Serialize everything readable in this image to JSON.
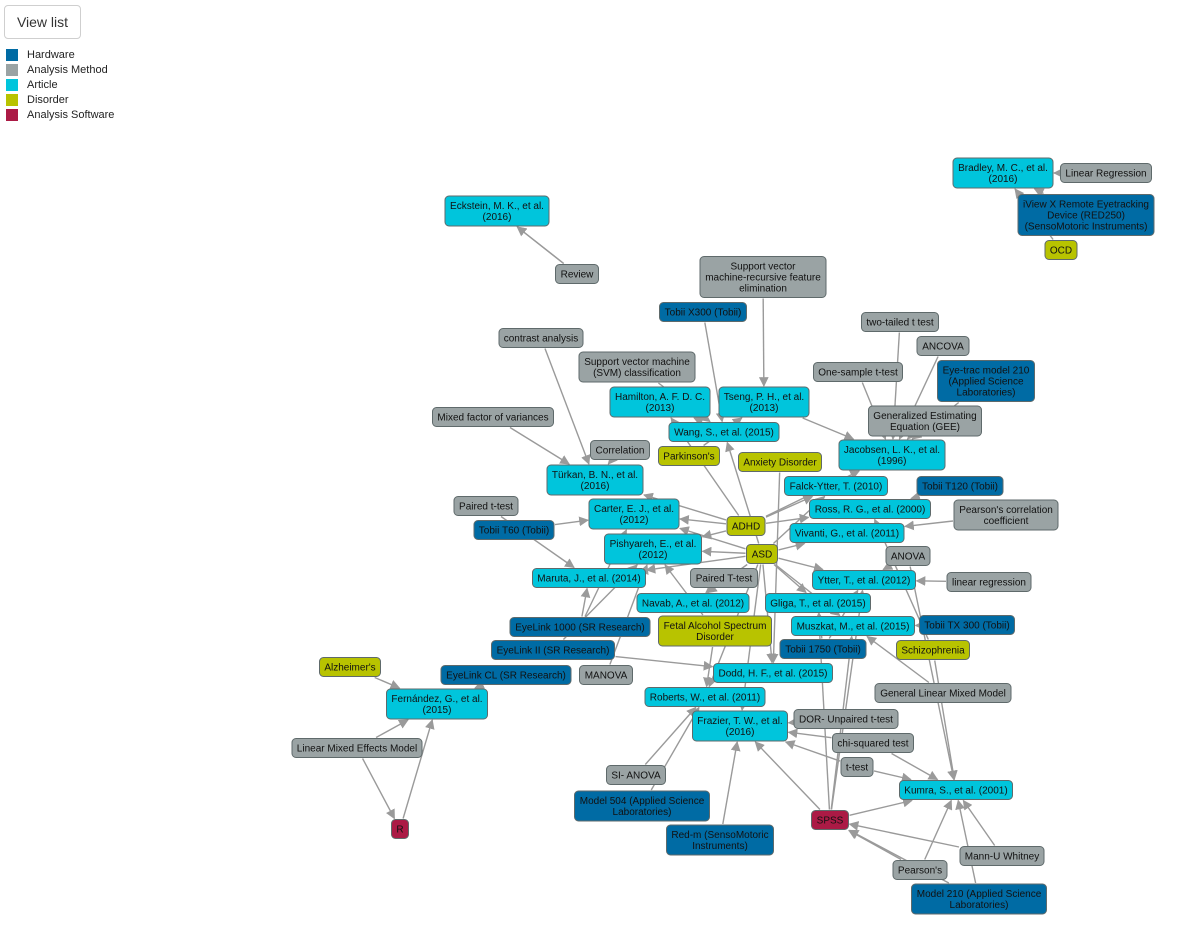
{
  "toolbar": {
    "view_list_label": "View list"
  },
  "colors": {
    "Hardware": "#006ba4",
    "Analysis Method": "#9aa3a4",
    "Article": "#00c5dc",
    "Disorder": "#b8c300",
    "Analysis Software": "#ab1a45"
  },
  "legend": [
    {
      "type": "Hardware",
      "label": "Hardware"
    },
    {
      "type": "Analysis Method",
      "label": "Analysis Method"
    },
    {
      "type": "Article",
      "label": "Article"
    },
    {
      "type": "Disorder",
      "label": "Disorder"
    },
    {
      "type": "Analysis Software",
      "label": "Analysis Software"
    }
  ],
  "nodes": [
    {
      "id": "bradley",
      "type": "Article",
      "lines": [
        "Bradley, M. C., et al.",
        "(2016)"
      ]
    },
    {
      "id": "linreg_cap",
      "type": "Analysis Method",
      "lines": [
        "Linear Regression"
      ]
    },
    {
      "id": "iview",
      "type": "Hardware",
      "lines": [
        "iView X Remote Eyetracking",
        "Device (RED250)",
        "(SensoMotoric Instruments)"
      ]
    },
    {
      "id": "ocd",
      "type": "Disorder",
      "lines": [
        "OCD"
      ]
    },
    {
      "id": "eckstein",
      "type": "Article",
      "lines": [
        "Eckstein, M. K., et al.",
        "(2016)"
      ]
    },
    {
      "id": "review",
      "type": "Analysis Method",
      "lines": [
        "Review"
      ]
    },
    {
      "id": "svm_rfe",
      "type": "Analysis Method",
      "lines": [
        "Support vector",
        "machine-recursive feature",
        "elimination"
      ]
    },
    {
      "id": "tobii_x300",
      "type": "Hardware",
      "lines": [
        "Tobii X300 (Tobii)"
      ]
    },
    {
      "id": "two_tailed",
      "type": "Analysis Method",
      "lines": [
        "two-tailed t test"
      ]
    },
    {
      "id": "contrast",
      "type": "Analysis Method",
      "lines": [
        "contrast analysis"
      ]
    },
    {
      "id": "ancova",
      "type": "Analysis Method",
      "lines": [
        "ANCOVA"
      ]
    },
    {
      "id": "svm",
      "type": "Analysis Method",
      "lines": [
        "Support vector machine",
        "(SVM) classification"
      ]
    },
    {
      "id": "one_sample",
      "type": "Analysis Method",
      "lines": [
        "One-sample t-test"
      ]
    },
    {
      "id": "eyetrac210",
      "type": "Hardware",
      "lines": [
        "Eye-trac model 210",
        "(Applied Science",
        "Laboratories)"
      ]
    },
    {
      "id": "hamilton",
      "type": "Article",
      "lines": [
        "Hamilton, A. F. D. C.",
        "(2013)"
      ]
    },
    {
      "id": "tseng",
      "type": "Article",
      "lines": [
        "Tseng, P. H., et al.",
        "(2013)"
      ]
    },
    {
      "id": "mixed_factor",
      "type": "Analysis Method",
      "lines": [
        "Mixed factor of variances"
      ]
    },
    {
      "id": "gee",
      "type": "Analysis Method",
      "lines": [
        "Generalized Estimating",
        "Equation (GEE)"
      ]
    },
    {
      "id": "wang",
      "type": "Article",
      "lines": [
        "Wang, S., et al. (2015)"
      ]
    },
    {
      "id": "correlation",
      "type": "Analysis Method",
      "lines": [
        "Correlation"
      ]
    },
    {
      "id": "jacobsen",
      "type": "Article",
      "lines": [
        "Jacobsen, L. K., et al.",
        "(1996)"
      ]
    },
    {
      "id": "parkinsons",
      "type": "Disorder",
      "lines": [
        "Parkinson's"
      ]
    },
    {
      "id": "anxiety",
      "type": "Disorder",
      "lines": [
        "Anxiety Disorder"
      ]
    },
    {
      "id": "turkan",
      "type": "Article",
      "lines": [
        "Türkan, B. N., et al.",
        "(2016)"
      ]
    },
    {
      "id": "falck",
      "type": "Article",
      "lines": [
        "Falck-Ytter, T. (2010)"
      ]
    },
    {
      "id": "tobii_t120",
      "type": "Hardware",
      "lines": [
        "Tobii T120 (Tobii)"
      ]
    },
    {
      "id": "paired_t",
      "type": "Analysis Method",
      "lines": [
        "Paired t-test"
      ]
    },
    {
      "id": "carter",
      "type": "Article",
      "lines": [
        "Carter, E. J., et al.",
        "(2012)"
      ]
    },
    {
      "id": "ross",
      "type": "Article",
      "lines": [
        "Ross, R. G., et al. (2000)"
      ]
    },
    {
      "id": "pearson_coef",
      "type": "Analysis Method",
      "lines": [
        "Pearson's correlation",
        "coefficient"
      ]
    },
    {
      "id": "tobii_t60",
      "type": "Hardware",
      "lines": [
        "Tobii T60 (Tobii)"
      ]
    },
    {
      "id": "adhd",
      "type": "Disorder",
      "lines": [
        "ADHD"
      ]
    },
    {
      "id": "vivanti",
      "type": "Article",
      "lines": [
        "Vivanti, G., et al. (2011)"
      ]
    },
    {
      "id": "pishyareh",
      "type": "Article",
      "lines": [
        "Pishyareh, E., et al.",
        "(2012)"
      ]
    },
    {
      "id": "asd",
      "type": "Disorder",
      "lines": [
        "ASD"
      ]
    },
    {
      "id": "anova",
      "type": "Analysis Method",
      "lines": [
        "ANOVA"
      ]
    },
    {
      "id": "maruta",
      "type": "Article",
      "lines": [
        "Maruta, J., et al. (2014)"
      ]
    },
    {
      "id": "paired_T",
      "type": "Analysis Method",
      "lines": [
        "Paired T-test"
      ]
    },
    {
      "id": "ytter",
      "type": "Article",
      "lines": [
        "Ytter, T., et al. (2012)"
      ]
    },
    {
      "id": "linreg_low",
      "type": "Analysis Method",
      "lines": [
        "linear regression"
      ]
    },
    {
      "id": "navab",
      "type": "Article",
      "lines": [
        "Navab, A., et al. (2012)"
      ]
    },
    {
      "id": "gliga",
      "type": "Article",
      "lines": [
        "Gliga, T., et al. (2015)"
      ]
    },
    {
      "id": "fasd",
      "type": "Disorder",
      "lines": [
        "Fetal Alcohol Spectrum",
        "Disorder"
      ]
    },
    {
      "id": "eyelink1000",
      "type": "Hardware",
      "lines": [
        "EyeLink 1000 (SR Research)"
      ]
    },
    {
      "id": "muszkat",
      "type": "Article",
      "lines": [
        "Muszkat, M., et al. (2015)"
      ]
    },
    {
      "id": "tobii_tx300",
      "type": "Hardware",
      "lines": [
        "Tobii TX 300 (Tobii)"
      ]
    },
    {
      "id": "eyelink2",
      "type": "Hardware",
      "lines": [
        "EyeLink II (SR Research)"
      ]
    },
    {
      "id": "tobii1750",
      "type": "Hardware",
      "lines": [
        "Tobii 1750 (Tobii)"
      ]
    },
    {
      "id": "schizo",
      "type": "Disorder",
      "lines": [
        "Schizophrenia"
      ]
    },
    {
      "id": "alzheimers",
      "type": "Disorder",
      "lines": [
        "Alzheimer's"
      ]
    },
    {
      "id": "eyelinkcl",
      "type": "Hardware",
      "lines": [
        "EyeLink CL (SR Research)"
      ]
    },
    {
      "id": "manova",
      "type": "Analysis Method",
      "lines": [
        "MANOVA"
      ]
    },
    {
      "id": "dodd",
      "type": "Article",
      "lines": [
        "Dodd, H. F., et al. (2015)"
      ]
    },
    {
      "id": "fernandez",
      "type": "Article",
      "lines": [
        "Fernández, G., et al.",
        "(2015)"
      ]
    },
    {
      "id": "roberts",
      "type": "Article",
      "lines": [
        "Roberts, W., et al. (2011)"
      ]
    },
    {
      "id": "glmm",
      "type": "Analysis Method",
      "lines": [
        "General Linear Mixed Model"
      ]
    },
    {
      "id": "frazier",
      "type": "Article",
      "lines": [
        "Frazier, T. W., et al.",
        "(2016)"
      ]
    },
    {
      "id": "dor_unpaired",
      "type": "Analysis Method",
      "lines": [
        "DOR- Unpaired t-test"
      ]
    },
    {
      "id": "lmem",
      "type": "Analysis Method",
      "lines": [
        "Linear Mixed Effects Model"
      ]
    },
    {
      "id": "chi2",
      "type": "Analysis Method",
      "lines": [
        "chi-squared test"
      ]
    },
    {
      "id": "si_anova",
      "type": "Analysis Method",
      "lines": [
        "SI- ANOVA"
      ]
    },
    {
      "id": "ttest",
      "type": "Analysis Method",
      "lines": [
        "t-test"
      ]
    },
    {
      "id": "kumra",
      "type": "Article",
      "lines": [
        "Kumra, S., et al. (2001)"
      ]
    },
    {
      "id": "model504",
      "type": "Hardware",
      "lines": [
        "Model 504 (Applied Science",
        "Laboratories)"
      ]
    },
    {
      "id": "spss",
      "type": "Analysis Software",
      "lines": [
        "SPSS"
      ]
    },
    {
      "id": "r",
      "type": "Analysis Software",
      "lines": [
        "R"
      ]
    },
    {
      "id": "redm",
      "type": "Hardware",
      "lines": [
        "Red-m (SensoMotoric",
        "Instruments)"
      ]
    },
    {
      "id": "mannu",
      "type": "Analysis Method",
      "lines": [
        "Mann-U Whitney"
      ]
    },
    {
      "id": "pearsons",
      "type": "Analysis Method",
      "lines": [
        "Pearson's"
      ]
    },
    {
      "id": "model210",
      "type": "Hardware",
      "lines": [
        "Model 210 (Applied Science",
        "Laboratories)"
      ]
    }
  ],
  "edges": [
    [
      "linreg_cap",
      "bradley"
    ],
    [
      "iview",
      "bradley"
    ],
    [
      "ocd",
      "bradley"
    ],
    [
      "review",
      "eckstein"
    ],
    [
      "contrast",
      "turkan"
    ],
    [
      "mixed_factor",
      "turkan"
    ],
    [
      "correlation",
      "turkan"
    ],
    [
      "svm_rfe",
      "tseng"
    ],
    [
      "tobii_x300",
      "wang"
    ],
    [
      "svm",
      "wang"
    ],
    [
      "parkinsons",
      "tseng"
    ],
    [
      "two_tailed",
      "jacobsen"
    ],
    [
      "ancova",
      "jacobsen"
    ],
    [
      "one_sample",
      "jacobsen"
    ],
    [
      "eyetrac210",
      "jacobsen"
    ],
    [
      "gee",
      "jacobsen"
    ],
    [
      "adhd",
      "hamilton"
    ],
    [
      "adhd",
      "turkan"
    ],
    [
      "adhd",
      "carter"
    ],
    [
      "adhd",
      "pishyareh"
    ],
    [
      "adhd",
      "falck"
    ],
    [
      "adhd",
      "ross"
    ],
    [
      "adhd",
      "jacobsen"
    ],
    [
      "asd",
      "wang"
    ],
    [
      "asd",
      "carter"
    ],
    [
      "asd",
      "pishyareh"
    ],
    [
      "asd",
      "vivanti"
    ],
    [
      "asd",
      "ytter"
    ],
    [
      "asd",
      "gliga"
    ],
    [
      "asd",
      "navab"
    ],
    [
      "asd",
      "maruta"
    ],
    [
      "asd",
      "dodd"
    ],
    [
      "asd",
      "muszkat"
    ],
    [
      "asd",
      "roberts"
    ],
    [
      "asd",
      "frazier"
    ],
    [
      "asd",
      "falck"
    ],
    [
      "anxiety",
      "dodd"
    ],
    [
      "review",
      "eckstein"
    ],
    [
      "paired_t",
      "maruta"
    ],
    [
      "tobii_t60",
      "carter"
    ],
    [
      "tobii_t120",
      "ross"
    ],
    [
      "pearson_coef",
      "vivanti"
    ],
    [
      "anova",
      "ytter"
    ],
    [
      "anova",
      "kumra"
    ],
    [
      "linreg_low",
      "ytter"
    ],
    [
      "tobii_tx300",
      "muszkat"
    ],
    [
      "schizo",
      "ross"
    ],
    [
      "schizo",
      "kumra"
    ],
    [
      "eyelink1000",
      "maruta"
    ],
    [
      "eyelink1000",
      "carter"
    ],
    [
      "eyelink2",
      "pishyareh"
    ],
    [
      "eyelinkcl",
      "fernandez"
    ],
    [
      "eyelink2",
      "dodd"
    ],
    [
      "manova",
      "pishyareh"
    ],
    [
      "paired_T",
      "navab"
    ],
    [
      "fasd",
      "pishyareh"
    ],
    [
      "fasd",
      "roberts"
    ],
    [
      "tobii1750",
      "ytter"
    ],
    [
      "tobii1750",
      "gliga"
    ],
    [
      "alzheimers",
      "fernandez"
    ],
    [
      "lmem",
      "fernandez"
    ],
    [
      "lmem",
      "r"
    ],
    [
      "r",
      "fernandez"
    ],
    [
      "glmm",
      "muszkat"
    ],
    [
      "dor_unpaired",
      "frazier"
    ],
    [
      "chi2",
      "frazier"
    ],
    [
      "ttest",
      "frazier"
    ],
    [
      "si_anova",
      "roberts"
    ],
    [
      "model504",
      "roberts"
    ],
    [
      "redm",
      "frazier"
    ],
    [
      "spss",
      "frazier"
    ],
    [
      "spss",
      "muszkat"
    ],
    [
      "spss",
      "ytter"
    ],
    [
      "spss",
      "kumra"
    ],
    [
      "spss",
      "gliga"
    ],
    [
      "ttest",
      "kumra"
    ],
    [
      "chi2",
      "kumra"
    ],
    [
      "mannu",
      "kumra"
    ],
    [
      "mannu",
      "spss"
    ],
    [
      "pearsons",
      "kumra"
    ],
    [
      "pearsons",
      "spss"
    ],
    [
      "model210",
      "kumra"
    ],
    [
      "model210",
      "spss"
    ],
    [
      "tseng",
      "jacobsen"
    ],
    [
      "wang",
      "hamilton"
    ]
  ]
}
